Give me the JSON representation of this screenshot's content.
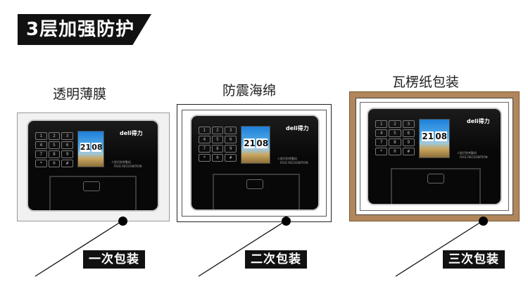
{
  "banner": {
    "title": "3层加强防护"
  },
  "panels": [
    {
      "title": "透明薄膜",
      "label": "一次包装",
      "device": {
        "time_h": "21",
        "time_m": "08",
        "brand": "deli得力",
        "badge": "人脸识别考勤机",
        "sub": "FACE RECOGNITION"
      }
    },
    {
      "title": "防震海绵",
      "label": "二次包装",
      "device": {
        "time_h": "21",
        "time_m": "08",
        "brand": "deli得力",
        "badge": "人脸识别考勤机",
        "sub": "FACE RECOGNITION"
      }
    },
    {
      "title": "瓦楞纸包装",
      "label": "三次包装",
      "device": {
        "time_h": "21",
        "time_m": "08",
        "brand": "deli得力",
        "badge": "人脸识别考勤机",
        "sub": "FACE RECOGNITION"
      }
    }
  ],
  "keypad_keys": [
    "1",
    "2",
    "3",
    "4",
    "5",
    "6",
    "7",
    "8",
    "9",
    "*",
    "0",
    "#"
  ],
  "colors": {
    "cardboard": "#b0865a",
    "film_border": "#9a9a9a",
    "ink": "#111111"
  }
}
